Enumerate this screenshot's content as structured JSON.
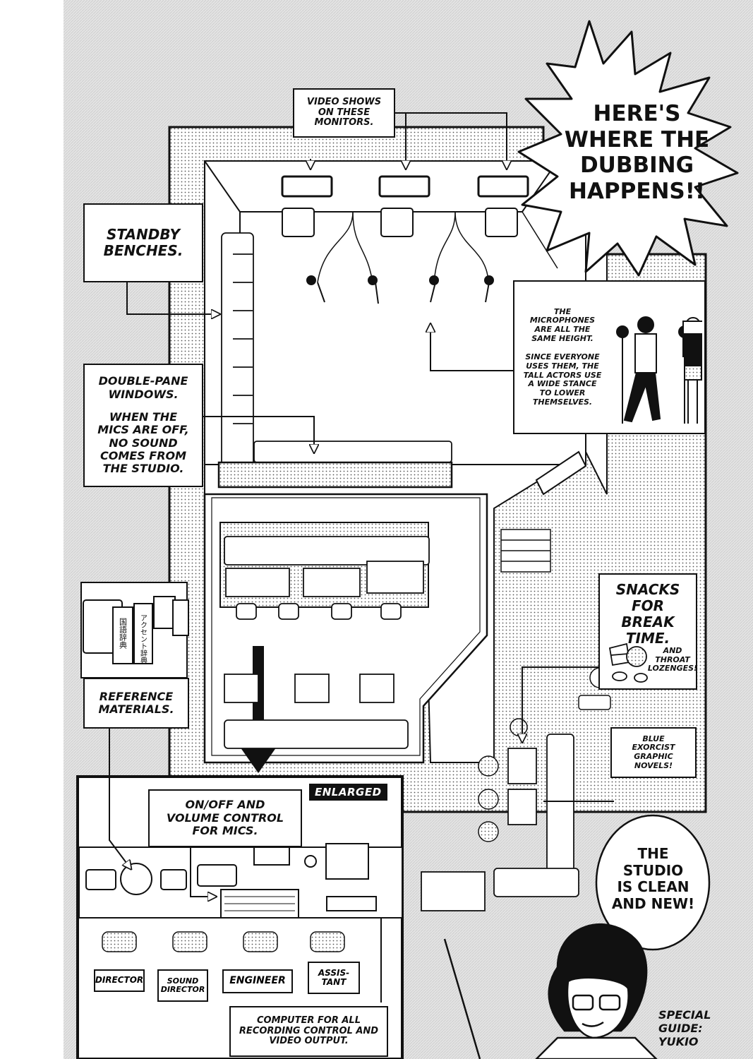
{
  "title_bubble": {
    "lines": [
      "HERE'S",
      "WHERE THE",
      "DUBBING",
      "HAPPENS!!"
    ]
  },
  "captions": {
    "monitors": [
      "VIDEO SHOWS",
      "ON THESE",
      "MONITORS."
    ],
    "benches": [
      "STANDBY",
      "BENCHES."
    ],
    "windows": [
      "DOUBLE-PANE",
      "WINDOWS."
    ],
    "windows_note": [
      "WHEN THE",
      "MICS ARE OFF,",
      "NO SOUND",
      "COMES FROM",
      "THE STUDIO."
    ],
    "mics_title": [
      "THE",
      "MICROPHONES",
      "ARE ALL THE",
      "SAME HEIGHT."
    ],
    "mics_note": [
      "SINCE EVERYONE",
      "USES THEM, THE",
      "TALL ACTORS USE",
      "A WIDE STANCE",
      "TO LOWER",
      "THEMSELVES."
    ],
    "snacks": [
      "SNACKS",
      "FOR BREAK",
      "TIME."
    ],
    "lozenges": [
      "AND",
      "THROAT",
      "LOZENGES!"
    ],
    "reference": [
      "REFERENCE",
      "MATERIALS."
    ],
    "novels": [
      "BLUE",
      "EXORCIST",
      "GRAPHIC NOVELS!"
    ],
    "mic_control": [
      "ON/OFF AND",
      "VOLUME CONTROL",
      "FOR MICS."
    ],
    "computer": [
      "COMPUTER FOR ALL",
      "RECORDING CONTROL AND",
      "VIDEO OUTPUT."
    ]
  },
  "enlarged_label": "ENLARGED",
  "stations": {
    "director": [
      "DIRECTOR"
    ],
    "sound_director": [
      "SOUND",
      "DIRECTOR"
    ],
    "engineer": [
      "ENGINEER"
    ],
    "assistant": [
      "ASSIS-",
      "TANT"
    ]
  },
  "book_spines": [
    "国語辞典",
    "アクセント辞典"
  ],
  "clean_bubble": [
    "THE",
    "STUDIO",
    "IS CLEAN",
    "AND NEW!"
  ],
  "guide": [
    "SPECIAL",
    "GUIDE:",
    "YUKIO"
  ]
}
